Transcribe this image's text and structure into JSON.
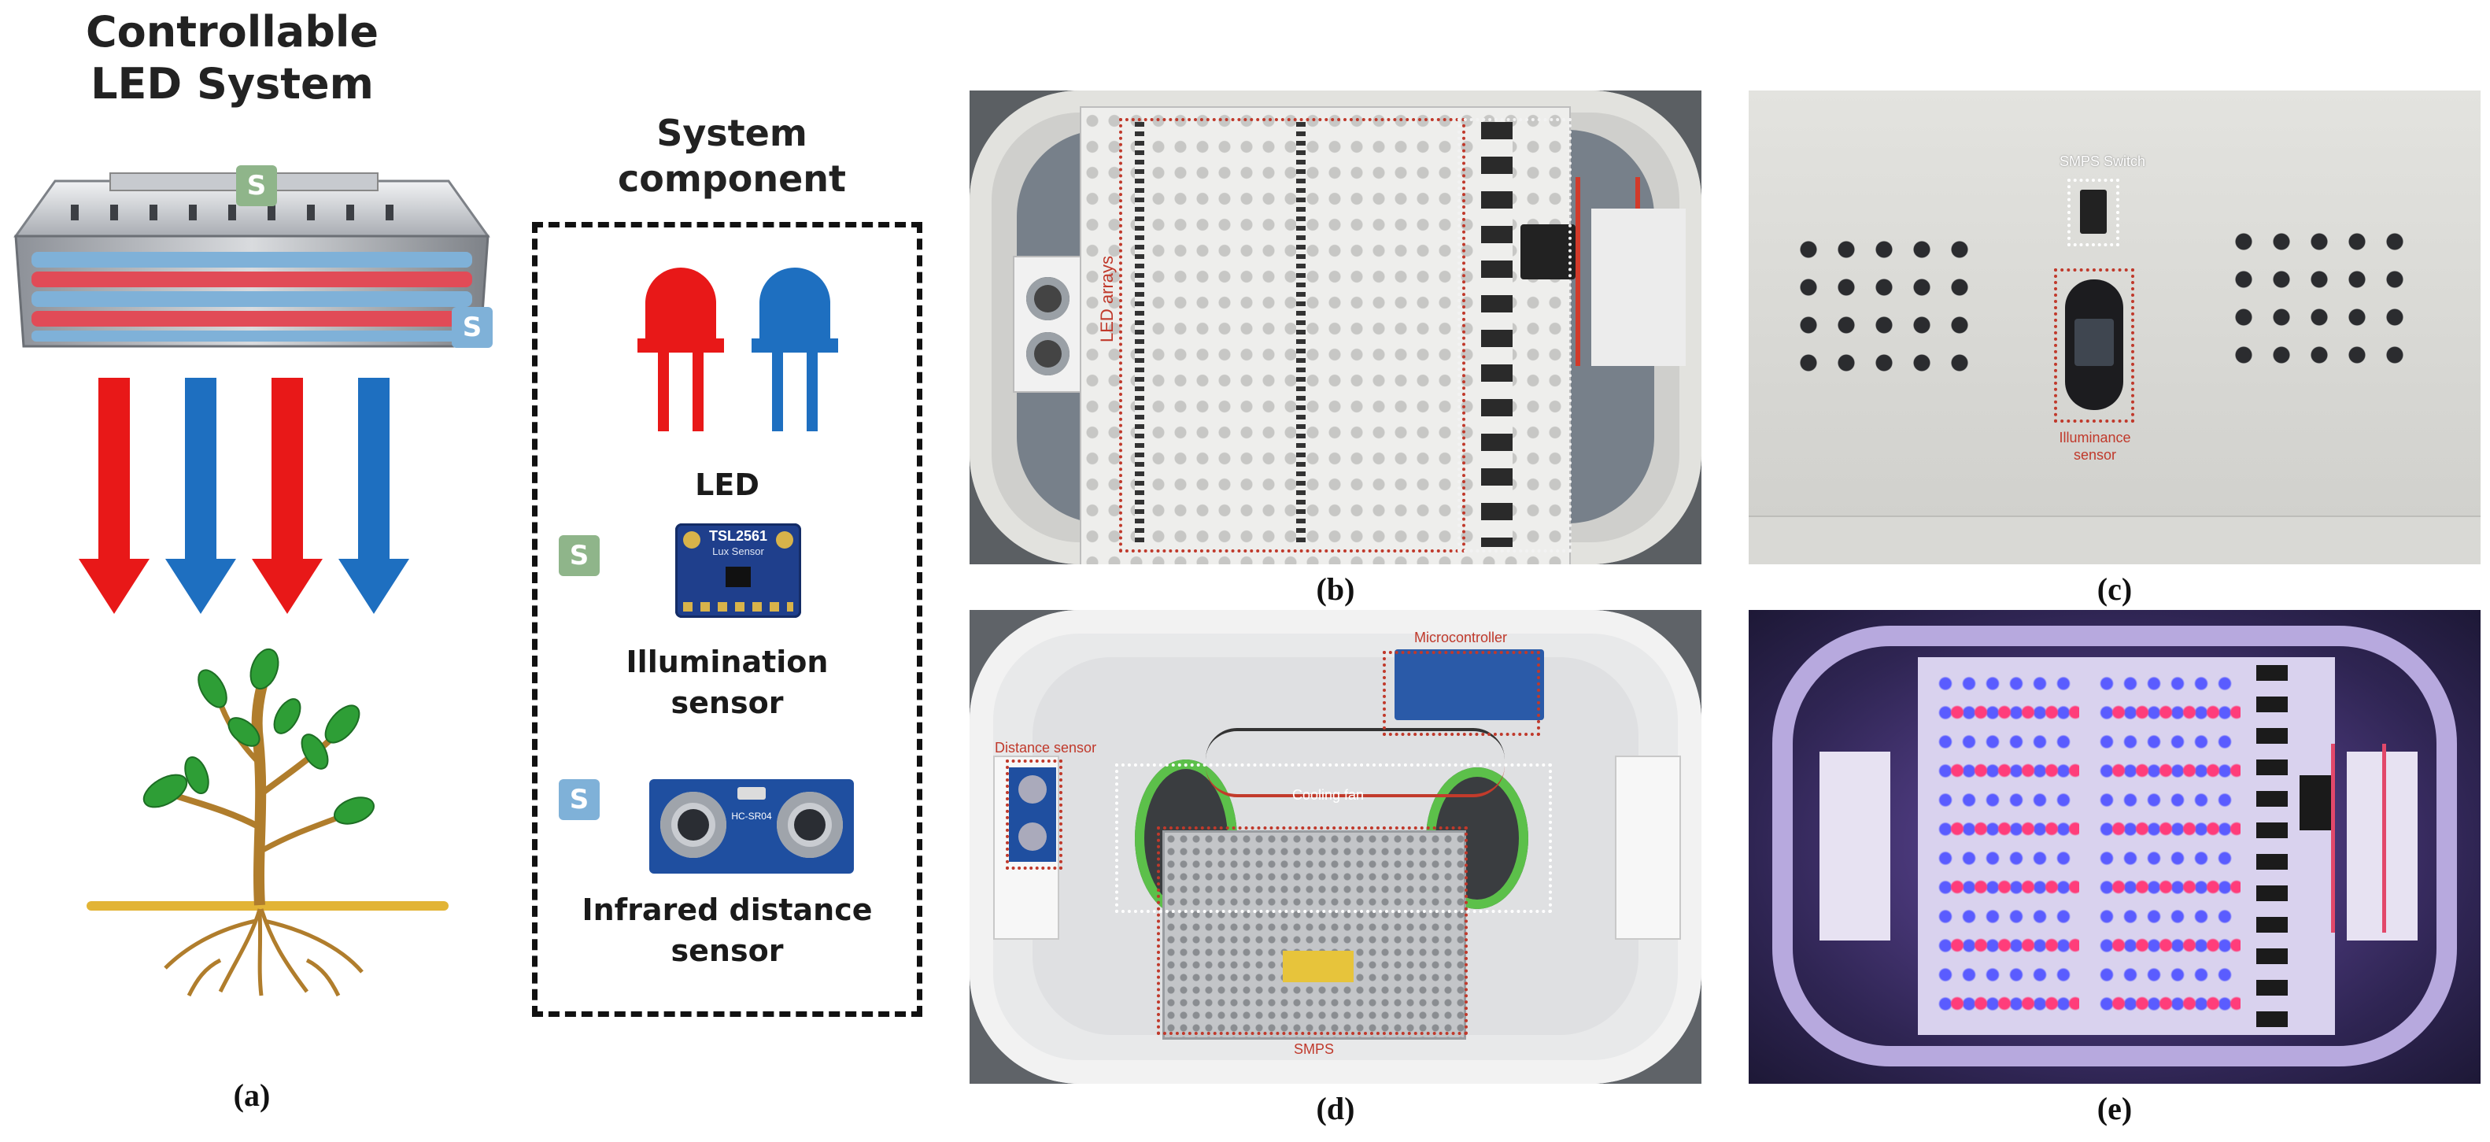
{
  "panel_a": {
    "title_line1": "Controllable",
    "title_line2": "LED System",
    "badge_letter": "S",
    "caption": "(a)"
  },
  "components": {
    "heading_line1": "System",
    "heading_line2": "component",
    "led_label": "LED",
    "illum_label_line1": "Illumination",
    "illum_label_line2": "sensor",
    "dist_label_line1": "Infrared distance",
    "dist_label_line2": "sensor",
    "badge_letter": "S",
    "illum_chip_text": "TSL2561",
    "illum_chip_sub": "Lux Sensor",
    "dist_chip_text": "HC-SR04"
  },
  "panel_b": {
    "annotation": "LED arrays",
    "caption": "(b)"
  },
  "panel_c": {
    "switch_label": "SMPS Switch",
    "sensor_label_line1": "Illuminance",
    "sensor_label_line2": "sensor",
    "caption": "(c)"
  },
  "panel_d": {
    "micro_label": "Microcontroller",
    "distance_label": "Distance sensor",
    "fan_label": "Cooling fan",
    "smps_label": "SMPS",
    "caption": "(d)"
  },
  "panel_e": {
    "caption": "(e)"
  },
  "colors": {
    "red": "#e81818",
    "blue": "#1e6fc0",
    "badge_green": "#8fb58a",
    "badge_blue": "#7fb1d8",
    "anno_red": "#c0392b"
  }
}
